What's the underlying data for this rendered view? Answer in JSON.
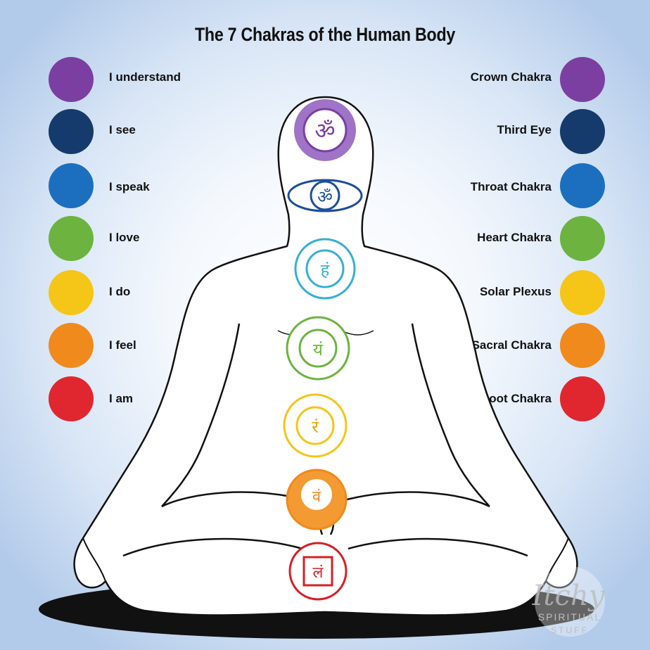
{
  "title": "The 7 Chakras of the Human Body",
  "chakras": [
    {
      "affirmation": "I understand",
      "name": "Crown Chakra",
      "color": "#7a3fa1",
      "symbol": "ॐ"
    },
    {
      "affirmation": "I see",
      "name": "Third Eye",
      "color": "#153a6c",
      "symbol": "ॐ"
    },
    {
      "affirmation": "I speak",
      "name": "Throat Chakra",
      "color": "#1c6fbe",
      "symbol": "हं"
    },
    {
      "affirmation": "I love",
      "name": "Heart Chakra",
      "color": "#6db33f",
      "symbol": "यं"
    },
    {
      "affirmation": "I do",
      "name": "Solar Plexus",
      "color": "#f5c518",
      "symbol": "रं"
    },
    {
      "affirmation": "I feel",
      "name": "Sacral Chakra",
      "color": "#f08a1c",
      "symbol": "वं"
    },
    {
      "affirmation": "I am",
      "name": "Root Chakra",
      "color": "#e0262e",
      "symbol": "लं"
    }
  ],
  "watermark": {
    "line1": "Itchy",
    "line2": "SPIRITUAL",
    "line3": "STUFF"
  }
}
